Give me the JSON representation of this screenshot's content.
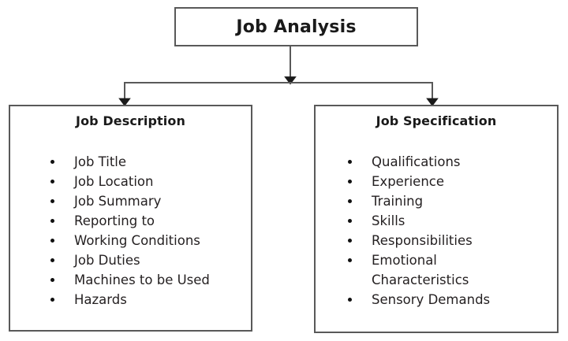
{
  "diagram": {
    "type": "hierarchy-flowchart",
    "title_node": {
      "label": "Job Analysis"
    },
    "branches": [
      {
        "id": "job-description",
        "header": "Job Description",
        "items": [
          "Job Title",
          "Job Location",
          "Job Summary",
          "Reporting to",
          "Working Conditions",
          "Job Duties",
          "Machines to be Used",
          "Hazards"
        ]
      },
      {
        "id": "job-specification",
        "header": "Job Specification",
        "items": [
          "Qualifications",
          "Experience",
          "Training",
          "Skills",
          "Responsibilities",
          "Emotional\nCharacteristics",
          "Sensory Demands"
        ]
      }
    ],
    "colors": {
      "background": "#ffffff",
      "box_border": "#595959",
      "connector": "#595959",
      "text": "#231f20",
      "heading_text": "#1a1a1a",
      "bullet": "#111111"
    },
    "connectors": {
      "description": "vertical stem from title node down to a horizontal distribution bar, which feeds a downward arrow into each of the two branch boxes",
      "arrow_count": 3
    }
  }
}
